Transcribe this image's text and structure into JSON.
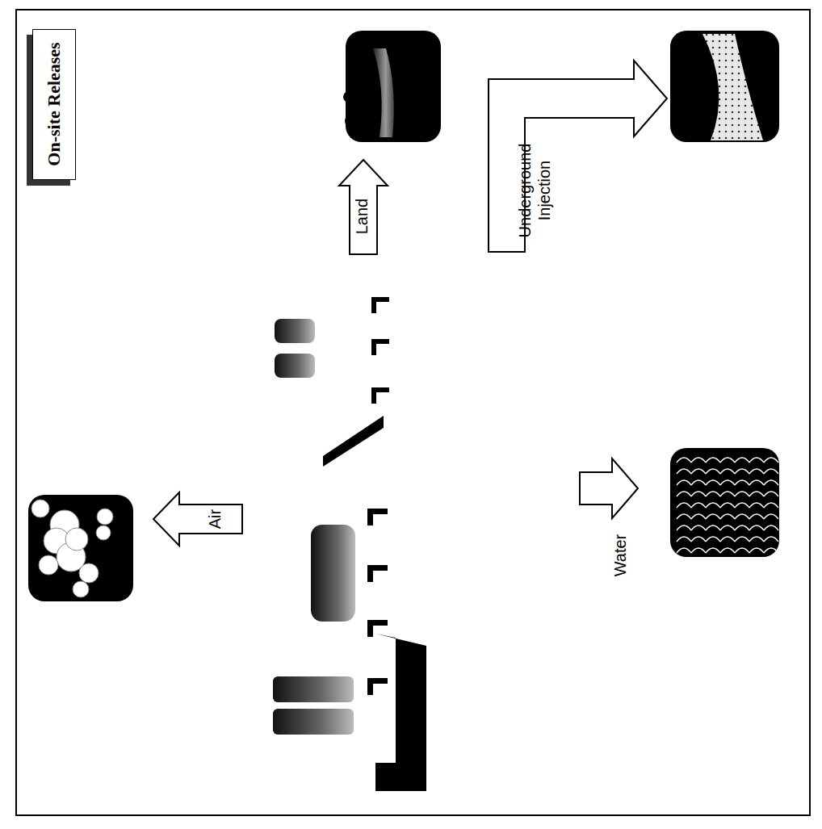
{
  "diagram": {
    "nodes": [
      {
        "text": [
          "On-site Releases"
        ]
      }
    ],
    "labels": [
      "Air",
      "Land",
      "Underground Injection",
      "Water"
    ]
  }
}
